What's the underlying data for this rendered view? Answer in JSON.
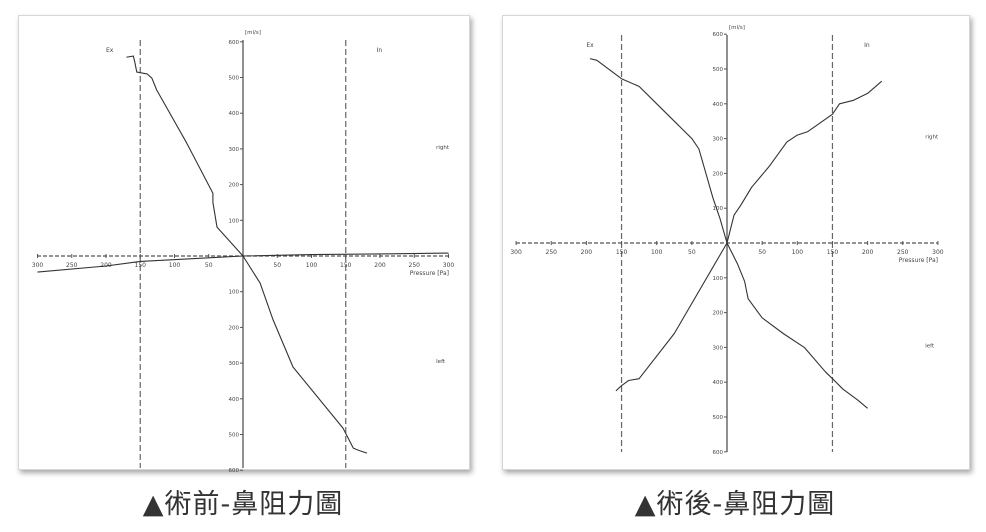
{
  "chart_data": [
    {
      "type": "line",
      "title": "▲術前-鼻阻力圖",
      "xlabel": "Pressure  [Pa]",
      "ylabel": "[ml/s]",
      "xlim": [
        -300,
        300
      ],
      "ylim": [
        -600,
        600
      ],
      "x_ticks": [
        -300,
        -250,
        -200,
        -150,
        -100,
        -50,
        50,
        100,
        150,
        200,
        250,
        300
      ],
      "x_tick_labels": [
        "300",
        "250",
        "200",
        "150",
        "100",
        "50",
        "50",
        "100",
        "150",
        "200",
        "250",
        "300"
      ],
      "y_ticks": [
        600,
        500,
        400,
        300,
        200,
        100,
        -100,
        -200,
        -300,
        -400,
        -500,
        -600
      ],
      "y_tick_labels": [
        "600",
        "500",
        "400",
        "300",
        "200",
        "100",
        "100",
        "200",
        "300",
        "400",
        "500",
        "600"
      ],
      "reference_lines_x": [
        -150,
        150
      ],
      "annotations": {
        "ex": "Ex",
        "in": "In",
        "right": "right",
        "left": "left"
      },
      "grid": false,
      "series": [
        {
          "x": [
            -170,
            -160,
            -158,
            -155,
            -140,
            -133,
            -126,
            -82,
            -44,
            -44,
            -38,
            0
          ],
          "y": [
            557,
            560,
            543,
            515,
            510,
            498,
            465,
            316,
            176,
            150,
            81,
            0
          ]
        },
        {
          "x": [
            0,
            25,
            44,
            73,
            146,
            161,
            170,
            181
          ],
          "y": [
            0,
            -76,
            -179,
            -311,
            -482,
            -538,
            -545,
            -552
          ]
        },
        {
          "x": [
            -300,
            -200,
            -150,
            -50,
            0,
            100,
            200,
            300
          ],
          "y": [
            -45,
            -28,
            -15,
            -5,
            0,
            4,
            6,
            8
          ]
        }
      ]
    },
    {
      "type": "line",
      "title": "▲術後-鼻阻力圖",
      "xlabel": "Pressure  [Pa]",
      "ylabel": "[ml/s]",
      "xlim": [
        -300,
        300
      ],
      "ylim": [
        -600,
        600
      ],
      "x_ticks": [
        -300,
        -250,
        -200,
        -150,
        -100,
        -50,
        50,
        100,
        150,
        200,
        250,
        300
      ],
      "x_tick_labels": [
        "300",
        "250",
        "200",
        "150",
        "100",
        "50",
        "50",
        "100",
        "150",
        "200",
        "250",
        "300"
      ],
      "y_ticks": [
        600,
        500,
        400,
        300,
        200,
        100,
        -100,
        -200,
        -300,
        -400,
        -500,
        -600
      ],
      "y_tick_labels": [
        "600",
        "500",
        "400",
        "300",
        "200",
        "100",
        "100",
        "200",
        "300",
        "400",
        "500",
        "600"
      ],
      "reference_lines_x": [
        -150,
        150
      ],
      "annotations": {
        "ex": "Ex",
        "in": "In",
        "right": "right",
        "left": "left"
      },
      "grid": false,
      "series": [
        {
          "x": [
            -195,
            -185,
            -150,
            -125,
            -100,
            -75,
            -50,
            -40,
            -30,
            -20,
            -10,
            0
          ],
          "y": [
            530,
            525,
            472,
            450,
            400,
            350,
            300,
            270,
            200,
            130,
            70,
            0
          ]
        },
        {
          "x": [
            0,
            10,
            20,
            35,
            60,
            85,
            100,
            115,
            150,
            160,
            180,
            200,
            220
          ],
          "y": [
            0,
            80,
            110,
            160,
            220,
            290,
            310,
            320,
            370,
            400,
            410,
            430,
            465
          ]
        },
        {
          "x": [
            0,
            -75,
            -125,
            -140,
            -150,
            -158
          ],
          "y": [
            0,
            -260,
            -390,
            -395,
            -410,
            -425
          ]
        },
        {
          "x": [
            0,
            15,
            25,
            30,
            50,
            80,
            110,
            140,
            150,
            165,
            185,
            200
          ],
          "y": [
            0,
            -60,
            -110,
            -160,
            -215,
            -260,
            -300,
            -370,
            -390,
            -420,
            -450,
            -475
          ]
        }
      ]
    }
  ]
}
